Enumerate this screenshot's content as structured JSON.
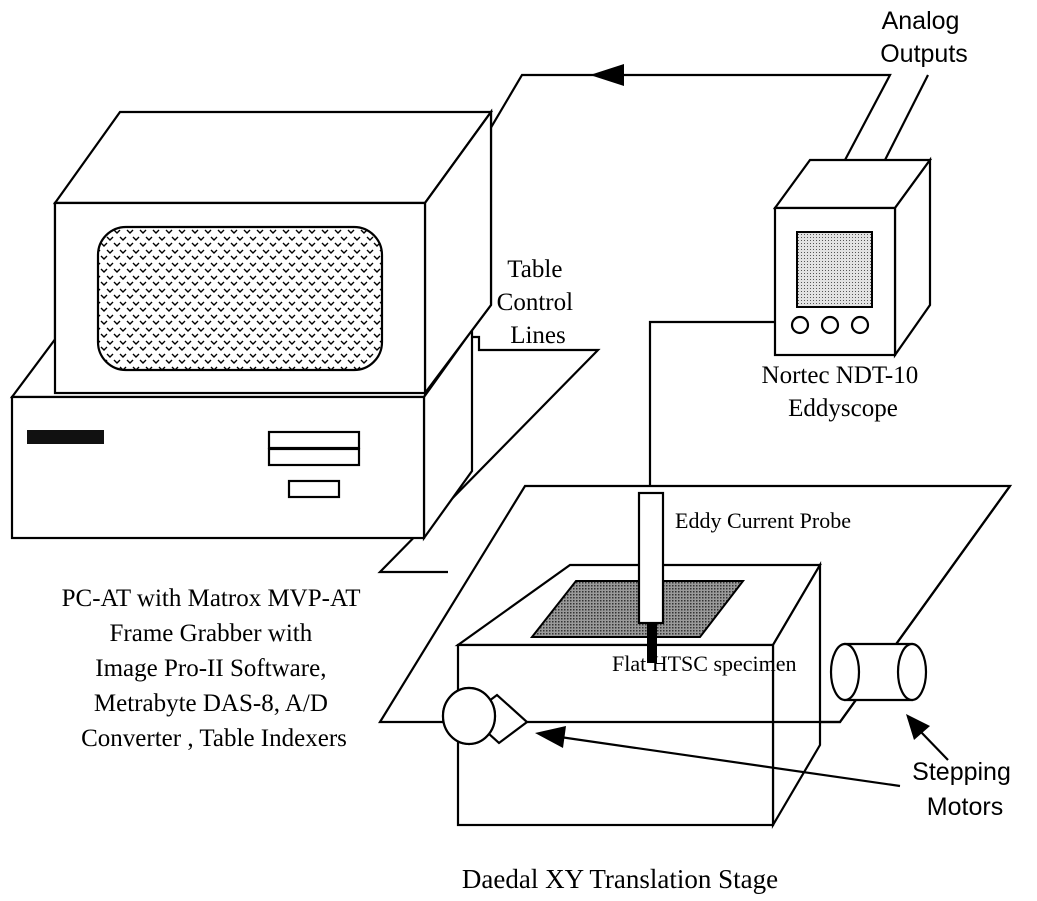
{
  "labels": {
    "analog_outputs": [
      "Analog",
      "Outputs"
    ],
    "table_control_lines": [
      "Table",
      "Control",
      "Lines"
    ],
    "eddyscope": [
      "Nortec NDT-10",
      "Eddyscope"
    ],
    "eddy_current_probe": "Eddy Current Probe",
    "pc_description": [
      "PC-AT with Matrox MVP-AT",
      "Frame Grabber with",
      "Image Pro-II Software,",
      "Metrabyte DAS-8,  A/D",
      "Converter , Table Indexers"
    ],
    "specimen": "Flat HTSC specimen",
    "stepping_motors": [
      "Stepping",
      "Motors"
    ],
    "stage": "Daedal XY Translation Stage"
  },
  "colors": {
    "line": "#000000",
    "screen_fill": "#d0d0d0",
    "specimen_fill": "#8a8a8a",
    "background": "#ffffff"
  },
  "icons": {
    "monitor_screen": "dotted-screen",
    "arrow": "filled-arrowhead"
  }
}
